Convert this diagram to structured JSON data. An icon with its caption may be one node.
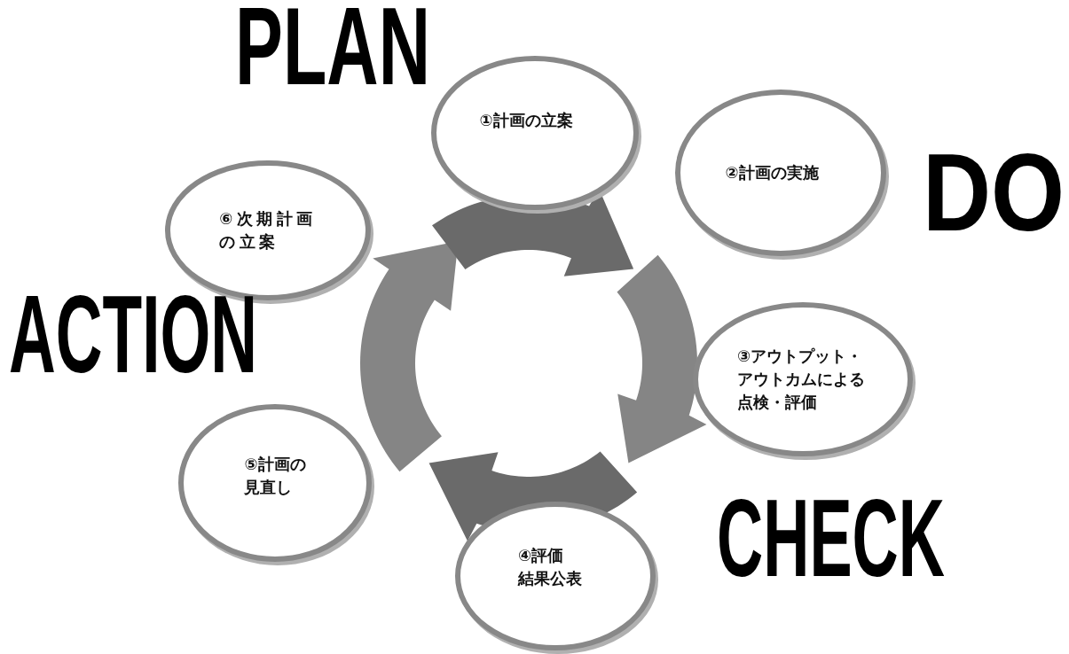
{
  "diagram": {
    "nodes": [
      {
        "text": [
          "①計画の立案"
        ]
      },
      {
        "text": [
          "②計画の実施"
        ]
      },
      {
        "text": [
          "③アウトプット・アウトカムによる点検・評価"
        ]
      },
      {
        "text": [
          "④評価結果公表"
        ]
      },
      {
        "text": [
          "⑤計画の見直し"
        ]
      },
      {
        "text": [
          "⑥次期計画の立案"
        ]
      }
    ],
    "labels": [
      "PLAN",
      "DO",
      "ACTION",
      "CHECK"
    ]
  }
}
